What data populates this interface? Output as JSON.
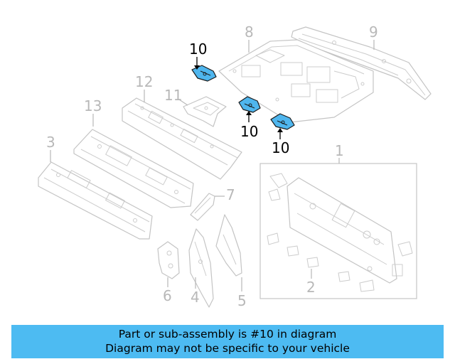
{
  "callouts": {
    "c1": "1",
    "c2": "2",
    "c3": "3",
    "c4": "4",
    "c5": "5",
    "c6": "6",
    "c7": "7",
    "c8": "8",
    "c9": "9",
    "c10a": "10",
    "c10b": "10",
    "c10c": "10",
    "c11": "11",
    "c12": "12",
    "c13": "13"
  },
  "banner": {
    "line1": "Part or sub-assembly is #10 in diagram",
    "line2": "Diagram may not be specific to your vehicle"
  },
  "colors": {
    "highlight": "#4fb6ee",
    "banner": "#4dbbf2",
    "part_line": "#c4c4c4"
  }
}
